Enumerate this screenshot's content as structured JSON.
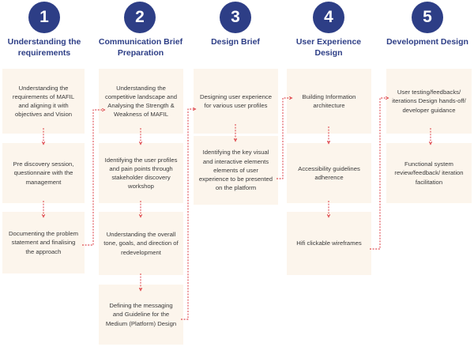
{
  "colors": {
    "circle": "#2d3e86",
    "title": "#2d3e86",
    "box_bg": "#fcf5ec",
    "connector": "#d9262e",
    "box_text": "#3a3a3a"
  },
  "columns": [
    {
      "number": "1",
      "title": "Understanding the requirements",
      "boxes": [
        "Understanding the requirements of MAFIL and aligning it with objectives and Vision",
        "Pre discovery session, questionnaire with the management",
        "Documenting the problem statement and finalising the approach"
      ]
    },
    {
      "number": "2",
      "title": "Communication Brief Preparation",
      "boxes": [
        "Understanding the competitive landscape and Analysing the Strength & Weakness of MAFIL",
        "Identifying the user profiles and pain points through stakeholder discovery workshop",
        "Understanding the overall tone, goals, and direction of redevelopment",
        "Defining the messaging and Guideline for the Medium (Platform) Design"
      ]
    },
    {
      "number": "3",
      "title": "Design Brief",
      "boxes": [
        "Designing user experience for various user profiles",
        "Identifying the  key visual and interactive elements elements of user experience to be presented on the platform"
      ]
    },
    {
      "number": "4",
      "title": "User Experience Design",
      "boxes": [
        "Building Information architecture",
        "Accessibility guidelines adherence",
        "Hifi clickable wireframes"
      ]
    },
    {
      "number": "5",
      "title": "Development Design",
      "boxes": [
        "User testing/feedbacks/ iterations Design hands-off/ developer guidance",
        "Functional system review/feedback/ iteration facilitation"
      ]
    }
  ]
}
